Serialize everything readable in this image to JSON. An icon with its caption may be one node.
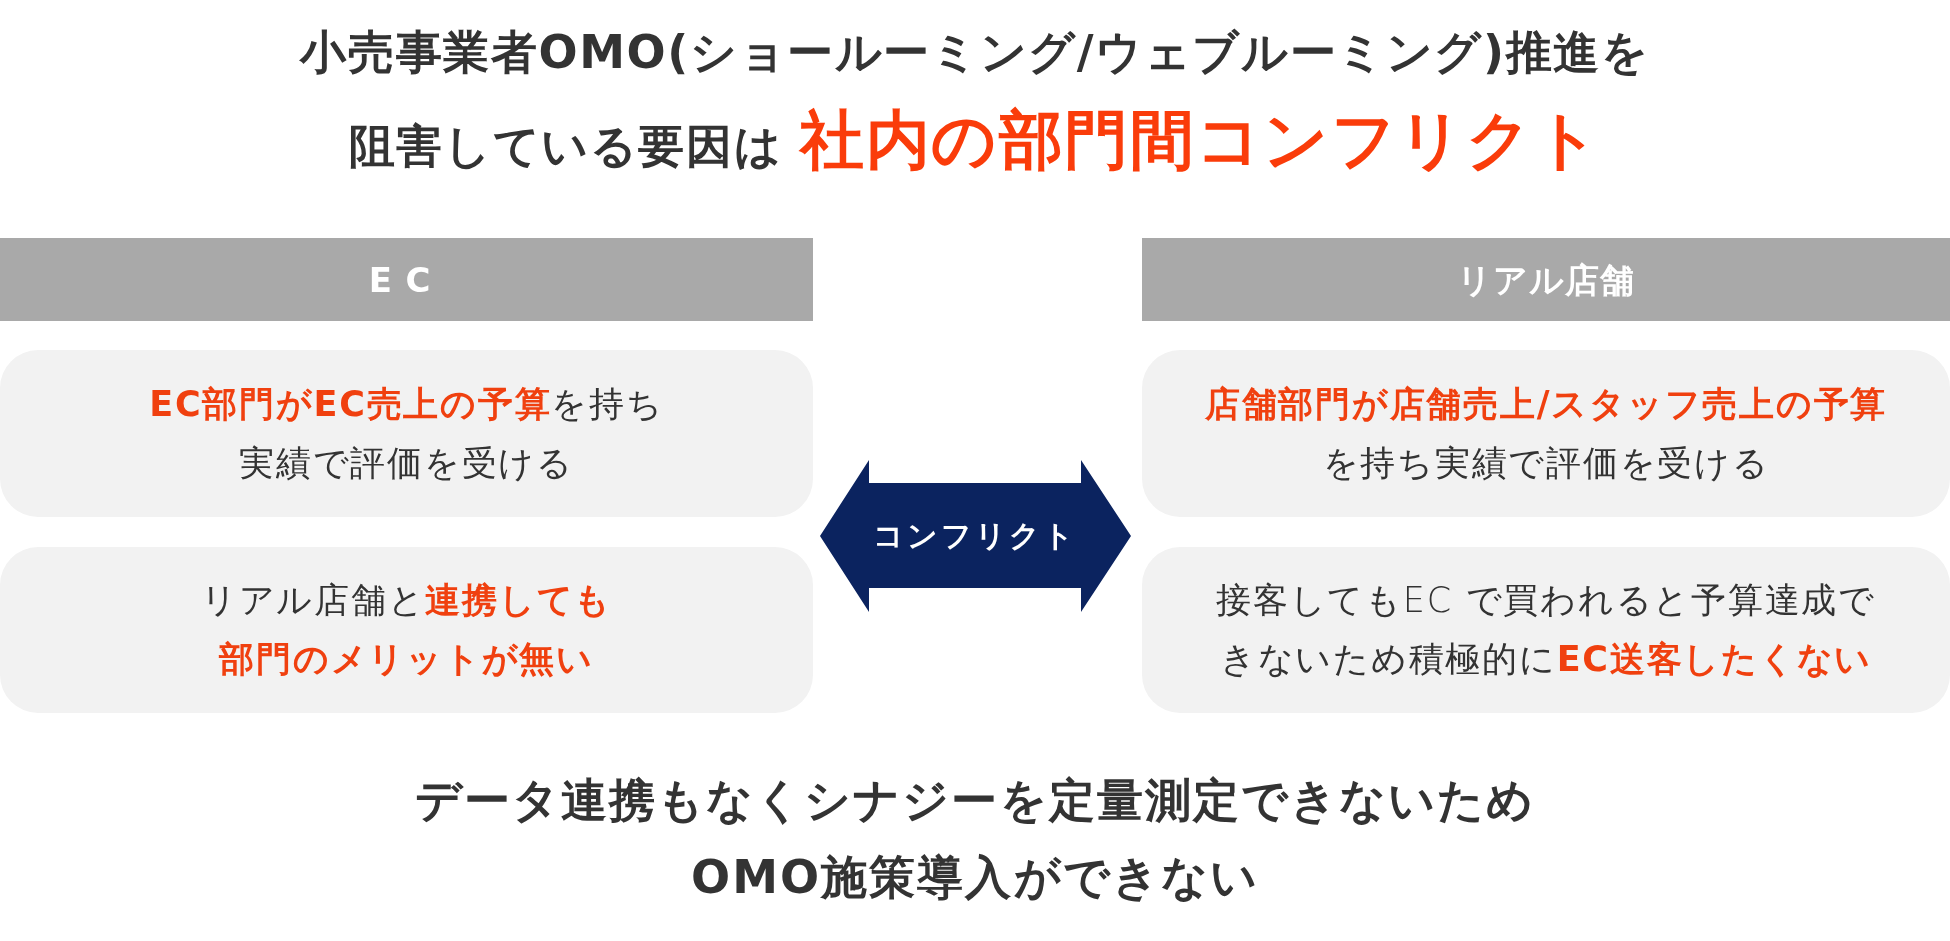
{
  "diagram": {
    "title": "小売事業者OMO(ショールーミング/ウェブルーミング)推進を阻害している要因は **社内の部門間コンフリクト**",
    "nodes": [
      {
        "text": [
          "EC"
        ]
      },
      {
        "text": [
          "**EC部門がEC売上の予算**を持ち実績で評価を受ける"
        ]
      },
      {
        "text": [
          "リアル店舗と**連携しても部門のメリットが無い**"
        ]
      },
      {
        "text": [
          "コンフリクト"
        ]
      },
      {
        "text": [
          "リアル店舗"
        ]
      },
      {
        "text": [
          "**店舗部門が店舗売上/スタッフ売上の予算**を持ち実績で評価を受ける"
        ]
      },
      {
        "text": [
          "接客してもEC で買われると予算達成できないため積極的に**EC送客したくない**"
        ]
      }
    ],
    "caption": "データ連携もなくシナジーを定量測定できないためOMO施策導入ができない"
  }
}
